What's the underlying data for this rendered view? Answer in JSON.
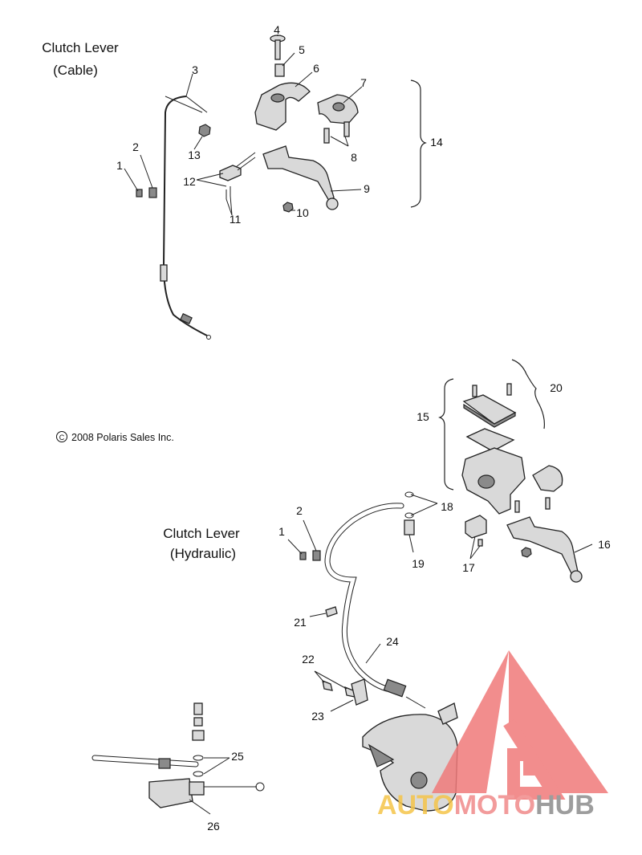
{
  "titles": {
    "cable_line1": "Clutch Lever",
    "cable_line2": "(Cable)",
    "hydraulic_line1": "Clutch Lever",
    "hydraulic_line2": "(Hydraulic)"
  },
  "copyright": "2008 Polaris Sales Inc.",
  "copyright_symbol": "C",
  "watermark": {
    "part1": "AUTO",
    "part2": "MOTO",
    "part3": "HUB",
    "colors": {
      "auto": "#f5c54a",
      "moto": "#f08a8a",
      "hub": "#8c8c8c",
      "triangle": "#f07a7a"
    }
  },
  "callouts": {
    "c1a": "1",
    "c2a": "2",
    "c3": "3",
    "c4": "4",
    "c5": "5",
    "c6": "6",
    "c7": "7",
    "c8": "8",
    "c9": "9",
    "c10": "10",
    "c11": "11",
    "c12": "12",
    "c13": "13",
    "c14": "14",
    "c15": "15",
    "c16": "16",
    "c17": "17",
    "c18": "18",
    "c19": "19",
    "c20": "20",
    "c1b": "1",
    "c2b": "2",
    "c21": "21",
    "c22": "22",
    "c23": "23",
    "c24": "24",
    "c25": "25",
    "c26": "26"
  }
}
